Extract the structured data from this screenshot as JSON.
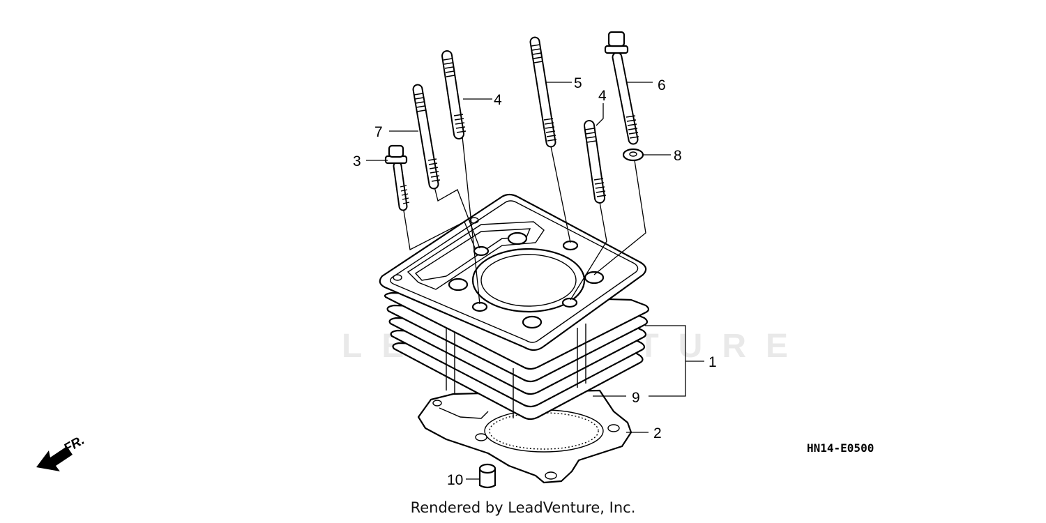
{
  "diagram": {
    "callouts": {
      "c1": "1",
      "c2": "2",
      "c3": "3",
      "c4a": "4",
      "c4b": "4",
      "c5": "5",
      "c6": "6",
      "c7": "7",
      "c8": "8",
      "c9": "9",
      "c10": "10"
    },
    "front_label": "FR.",
    "watermark": "LEADVENTURE",
    "diagram_code": "HN14-E0500",
    "footer": "Rendered by LeadVenture, Inc."
  }
}
